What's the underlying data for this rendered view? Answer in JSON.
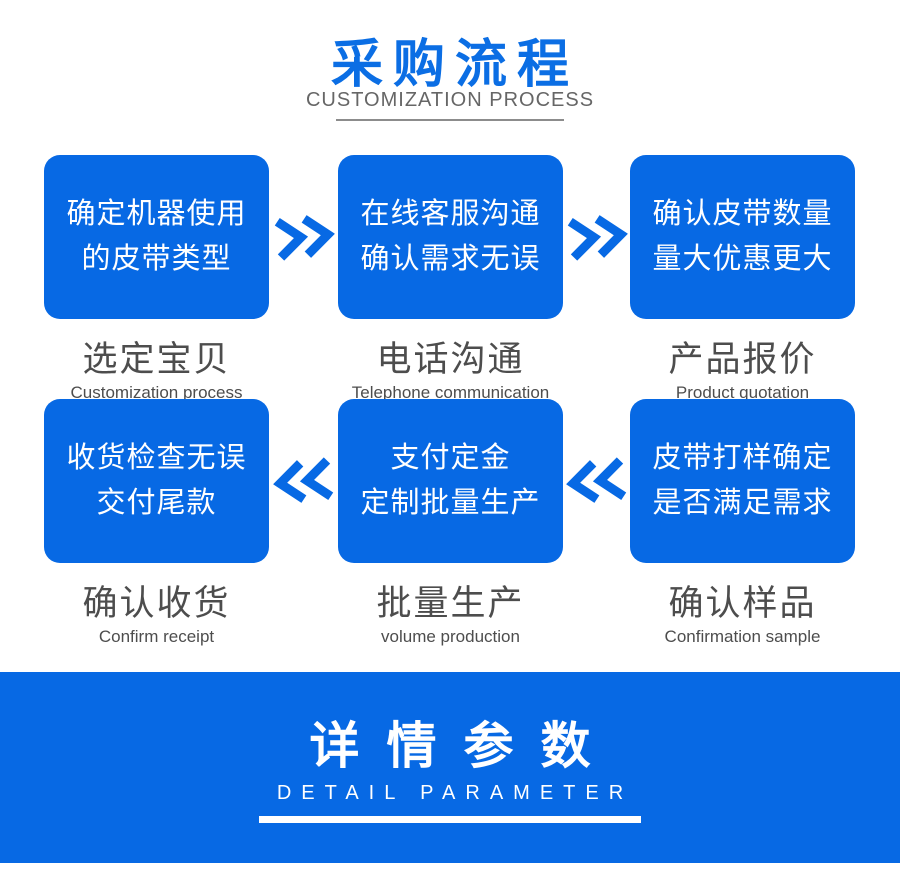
{
  "colors": {
    "primary_blue": "#0769e4",
    "title_blue": "#0b6ee4",
    "caption_gray": "#4d4d4d",
    "subtitle_gray": "#666666",
    "white": "#ffffff"
  },
  "header": {
    "title": "采购流程",
    "subtitle": "CUSTOMIZATION PROCESS"
  },
  "flow": {
    "rows": [
      {
        "direction": "right",
        "steps": [
          {
            "box_line1": "确定机器使用",
            "box_line2": "的皮带类型",
            "caption": "选定宝贝",
            "caption_en": "Customization process"
          },
          {
            "box_line1": "在线客服沟通",
            "box_line2": "确认需求无误",
            "caption": "电话沟通",
            "caption_en": "Telephone communication"
          },
          {
            "box_line1": "确认皮带数量",
            "box_line2": "量大优惠更大",
            "caption": "产品报价",
            "caption_en": "Product quotation"
          }
        ]
      },
      {
        "direction": "left",
        "steps": [
          {
            "box_line1": "收货检查无误",
            "box_line2": "交付尾款",
            "caption": "确认收货",
            "caption_en": "Confirm receipt"
          },
          {
            "box_line1": "支付定金",
            "box_line2": "定制批量生产",
            "caption": "批量生产",
            "caption_en": "volume production"
          },
          {
            "box_line1": "皮带打样确定",
            "box_line2": "是否满足需求",
            "caption": "确认样品",
            "caption_en": "Confirmation sample"
          }
        ]
      }
    ]
  },
  "banner": {
    "title": "详情参数",
    "subtitle": "DETAIL PARAMETER"
  }
}
